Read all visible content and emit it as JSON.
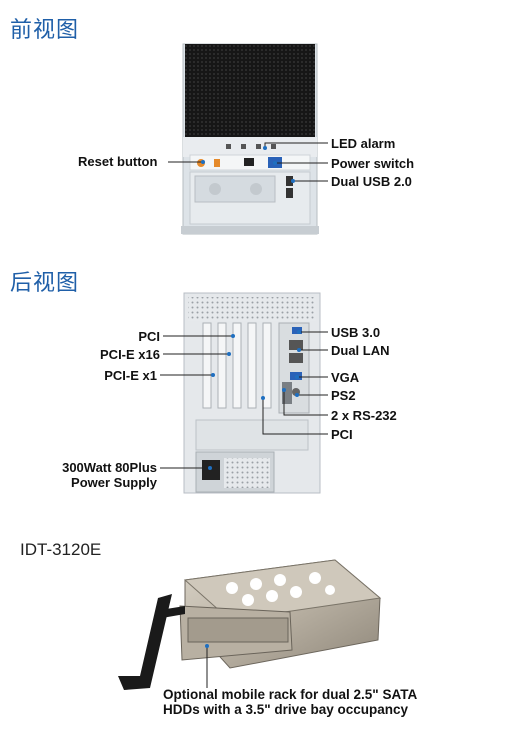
{
  "front": {
    "heading": "前视图",
    "labels": {
      "led_alarm": "LED alarm",
      "reset_button": "Reset button",
      "power_switch": "Power switch",
      "dual_usb": "Dual USB 2.0"
    }
  },
  "rear": {
    "heading": "后视图",
    "labels": {
      "pci_top": "PCI",
      "pcie_x16": "PCI-E x16",
      "pcie_x1": "PCI-E x1",
      "usb3": "USB 3.0",
      "dual_lan": "Dual LAN",
      "vga": "VGA",
      "ps2": "PS2",
      "rs232": "2 x RS-232",
      "pci_bottom": "PCI",
      "psu_line1": "300Watt 80Plus",
      "psu_line2": "Power Supply"
    }
  },
  "rack": {
    "model": "IDT-3120E",
    "caption_line1": "Optional mobile rack for dual 2.5\" SATA",
    "caption_line2": "HDDs with a 3.5\" drive bay occupancy"
  },
  "colors": {
    "heading": "#1f5fa8",
    "callout_dot": "#1f6fc0",
    "line": "#222222"
  }
}
